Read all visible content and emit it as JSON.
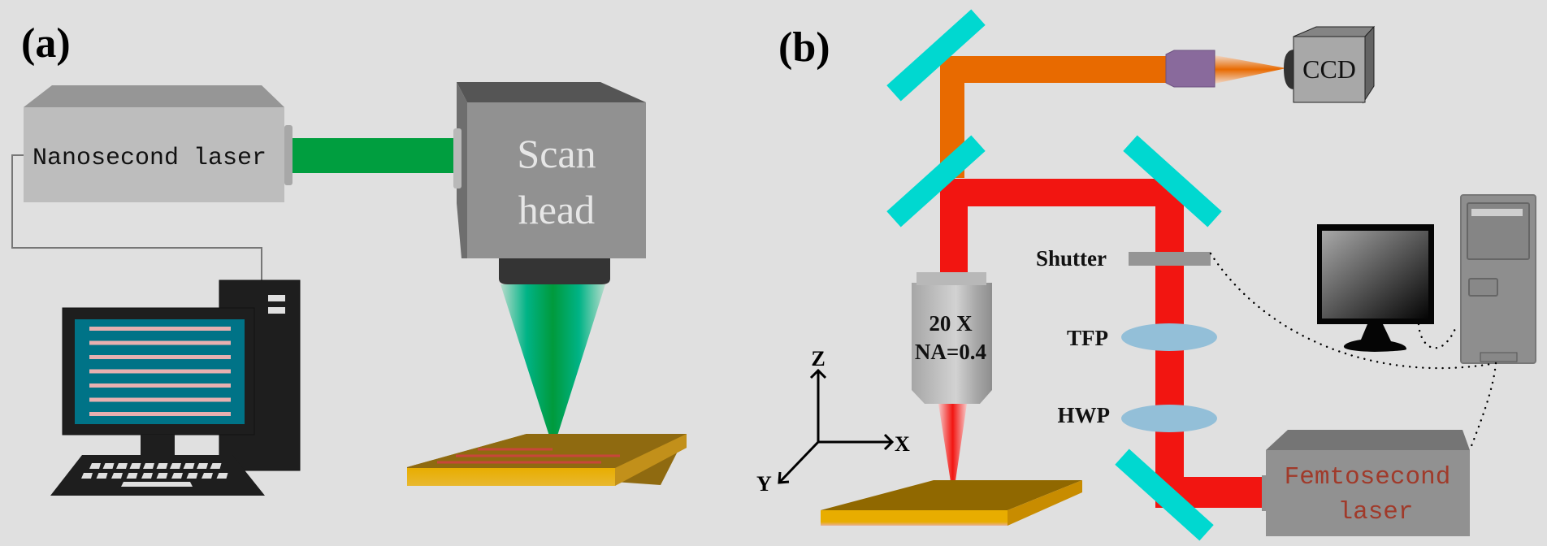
{
  "figure": {
    "panel_a": {
      "label": "(a)",
      "nanosecond_laser_label": "Nanosecond laser",
      "scan_head_line1": "Scan",
      "scan_head_line2": "head"
    },
    "panel_b": {
      "label": "(b)",
      "ccd_label": "CCD",
      "objective_line1": "20 X",
      "objective_line2": "NA=0.4",
      "shutter_label": "Shutter",
      "tfp_label": "TFP",
      "hwp_label": "HWP",
      "femtosecond_laser_line1": "Femtosecond",
      "femtosecond_laser_line2": "laser",
      "axis_x": "X",
      "axis_y": "Y",
      "axis_z": "Z"
    },
    "colors": {
      "background": "#e0e0e0",
      "green_beam": "#009e3f",
      "red_beam": "#f21511",
      "orange_beam": "#e86a00",
      "mirror": "#00d8d0",
      "lens": "#93bfd8",
      "sample_top": "#8f6a10",
      "sample_front": "#e8ad00",
      "screen": "#007387",
      "screen_lines": "#e8b0b0",
      "femto_text": "#a03a2a"
    }
  }
}
